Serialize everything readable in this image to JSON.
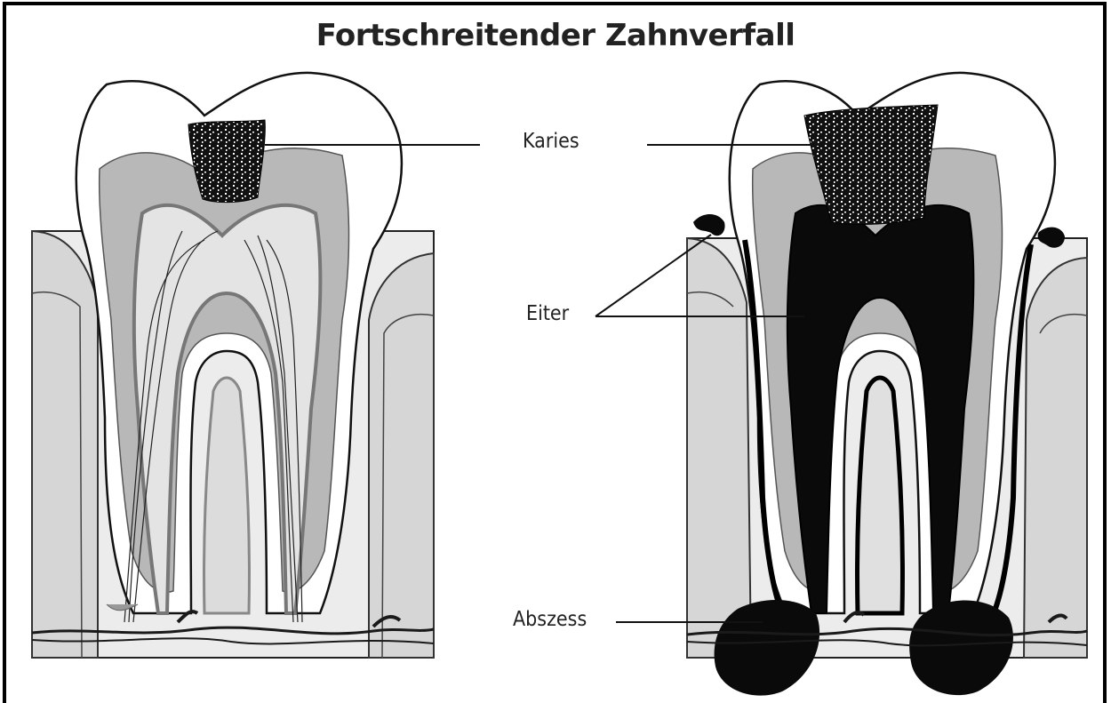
{
  "title": "Fortschreitender Zahnverfall",
  "labels": {
    "karies": "Karies",
    "eiter": "Eiter",
    "abszess": "Abszess"
  },
  "colors": {
    "enamel": "#ffffff",
    "dentin": "#b8b8b8",
    "pulp": "#e6e6e6",
    "bone": "#ececec",
    "gum": "#d4d4d4",
    "decay": "#0a0a0a",
    "outline": "#111111",
    "border": "#000000"
  }
}
